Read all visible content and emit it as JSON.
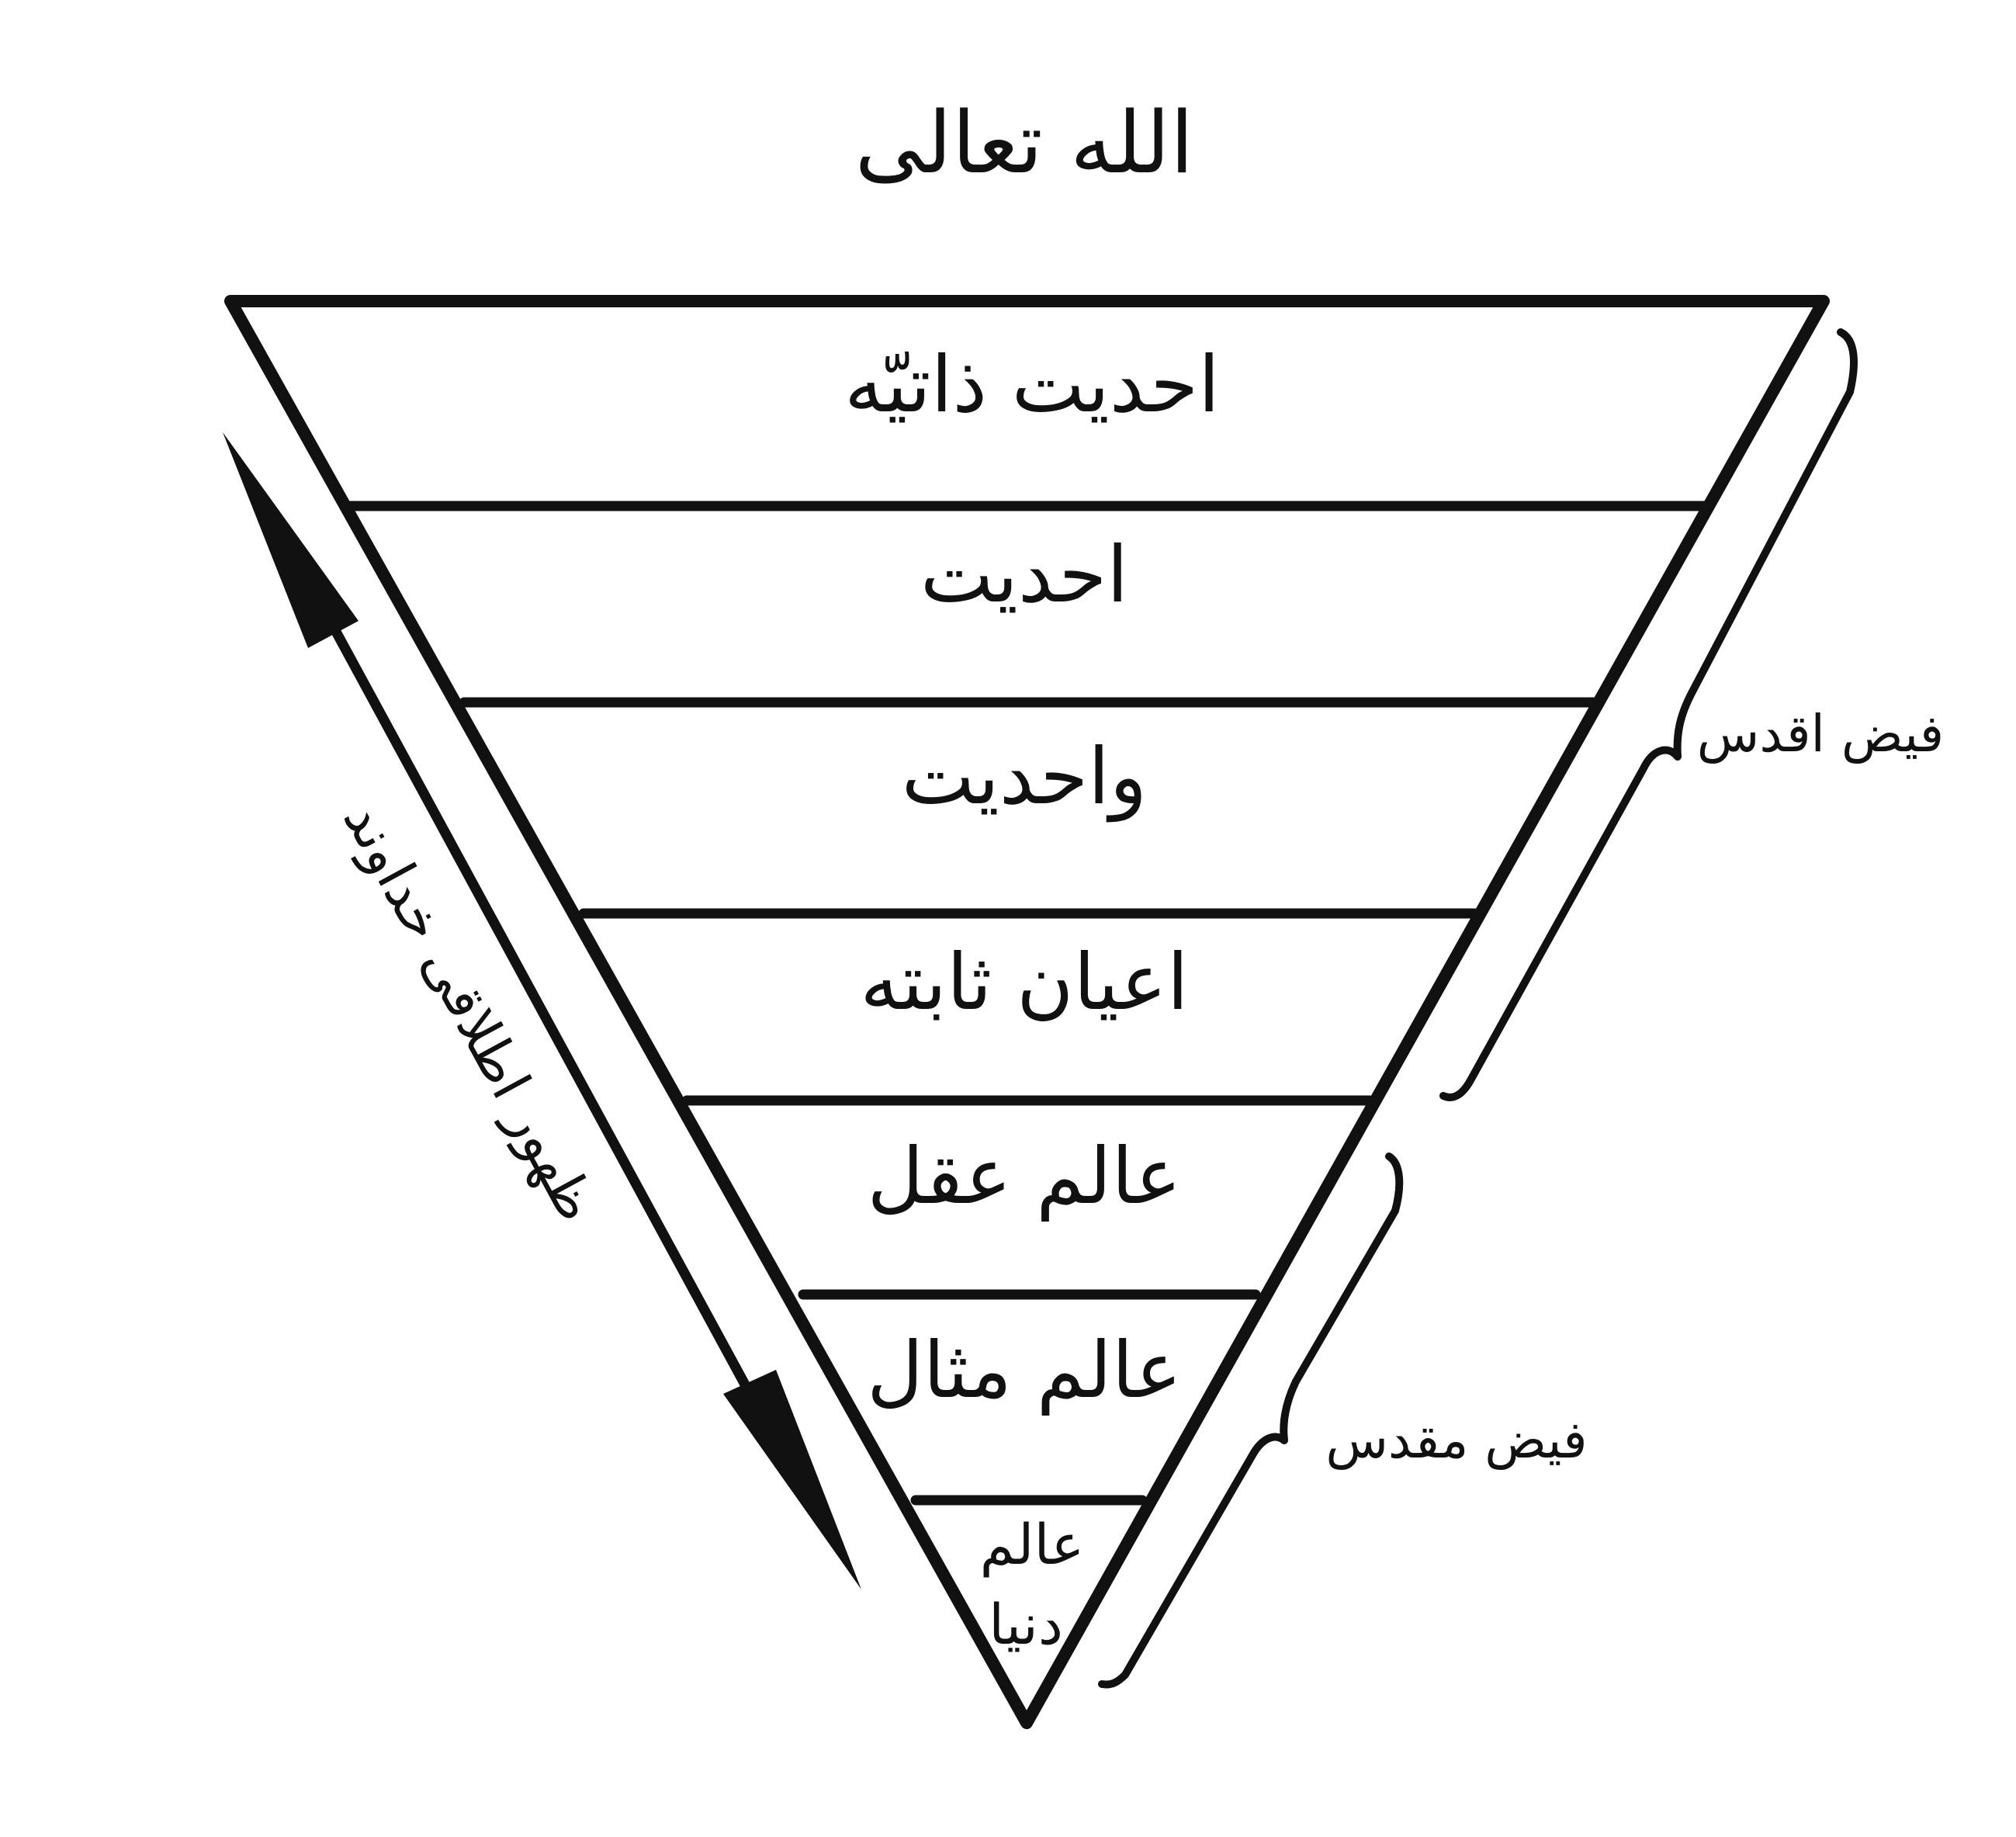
{
  "title": "الله تعالی",
  "levels": [
    "احدیت ذاتیّه",
    "احدیت",
    "واحدیت",
    "اعیان ثابته",
    "عالم عقل",
    "عالم مثال"
  ],
  "last_level": {
    "line1": "عالم",
    "line2": "دنیا"
  },
  "braces": {
    "upper_label": "فیض اقدس",
    "lower_label": "فیض مقدس"
  },
  "arrow_label": "ظهور اطلاقی خداوند",
  "colors": {
    "ink": "#111111",
    "background": "#ffffff"
  }
}
